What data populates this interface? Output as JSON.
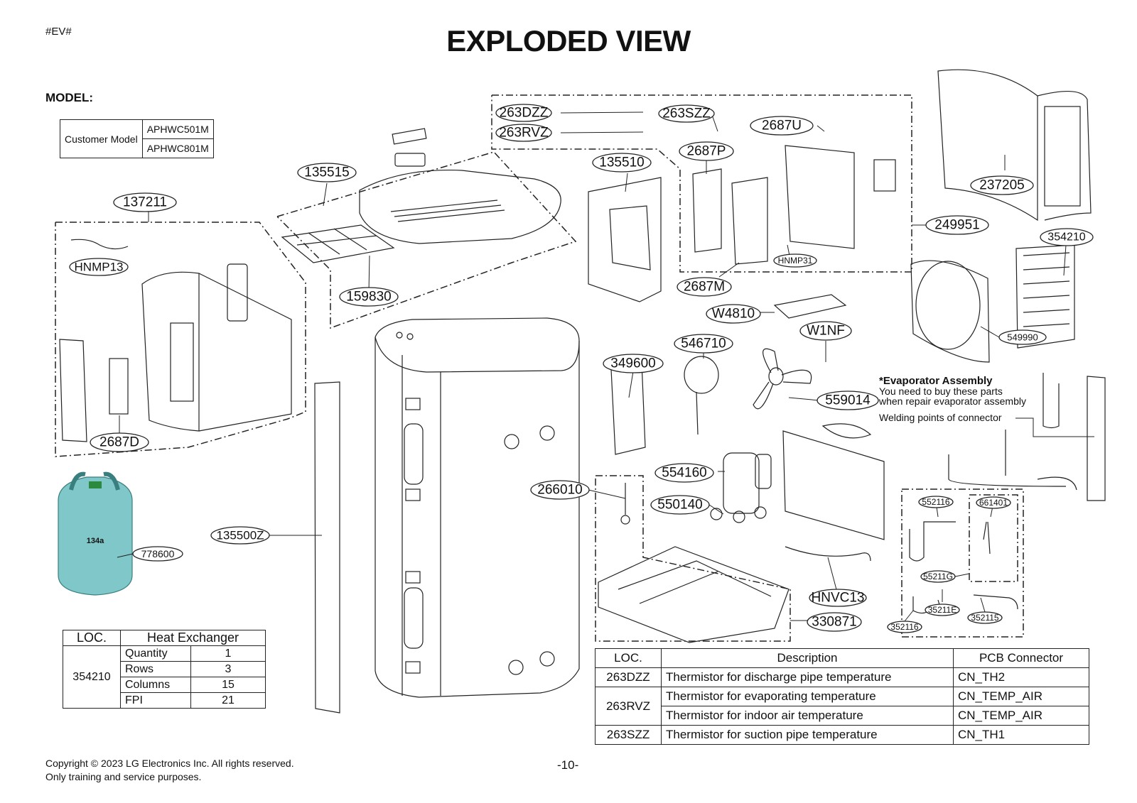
{
  "header": {
    "tag": "#EV#",
    "title": "EXPLODED VIEW",
    "model_label": "MODEL:"
  },
  "model_table": {
    "label": "Customer Model",
    "models": [
      "APHWC501M",
      "APHWC801M"
    ]
  },
  "part_labels": [
    "263DZZ",
    "263SZZ",
    "263RVZ",
    "2687U",
    "135515",
    "135510",
    "2687P",
    "237205",
    "137211",
    "249951",
    "354210",
    "HNMP13",
    "HNMP31",
    "2687M",
    "159830",
    "W4810",
    "549990",
    "W1NF",
    "546710",
    "349600",
    "559014",
    "2687D",
    "554160",
    "266010",
    "550140",
    "552116",
    "661401",
    "778600",
    "135500Z",
    "HNVC13",
    "55211G",
    "35211E",
    "352115",
    "352116",
    "330871"
  ],
  "evaporator_note": {
    "heading": "*Evaporator Assembly",
    "line1": "You need to buy these parts",
    "line2": "when repair evaporator assembly",
    "welding": "Welding points of connector"
  },
  "refrigerant_label": "134a",
  "heat_exchanger_table": {
    "headers": [
      "LOC.",
      "Heat Exchanger"
    ],
    "loc": "354210",
    "rows": [
      {
        "name": "Quantity",
        "value": "1"
      },
      {
        "name": "Rows",
        "value": "3"
      },
      {
        "name": "Columns",
        "value": "15"
      },
      {
        "name": "FPI",
        "value": "21"
      }
    ]
  },
  "thermistor_table": {
    "headers": [
      "LOC.",
      "Description",
      "PCB Connector"
    ],
    "rows": [
      {
        "loc": "263DZZ",
        "desc": "Thermistor for discharge pipe temperature",
        "pcb": "CN_TH2"
      },
      {
        "loc": "263RVZ",
        "desc": "Thermistor for evaporating temperature",
        "pcb": "CN_TEMP_AIR"
      },
      {
        "loc": "",
        "desc": "Thermistor for indoor air temperature",
        "pcb": "CN_TEMP_AIR"
      },
      {
        "loc": "263SZZ",
        "desc": "Thermistor for suction pipe temperature",
        "pcb": "CN_TH1"
      }
    ]
  },
  "footer": {
    "copyright": "Copyright © 2023 LG Electronics Inc. All rights reserved.",
    "purpose": "Only training and service purposes.",
    "page": "-10-"
  }
}
